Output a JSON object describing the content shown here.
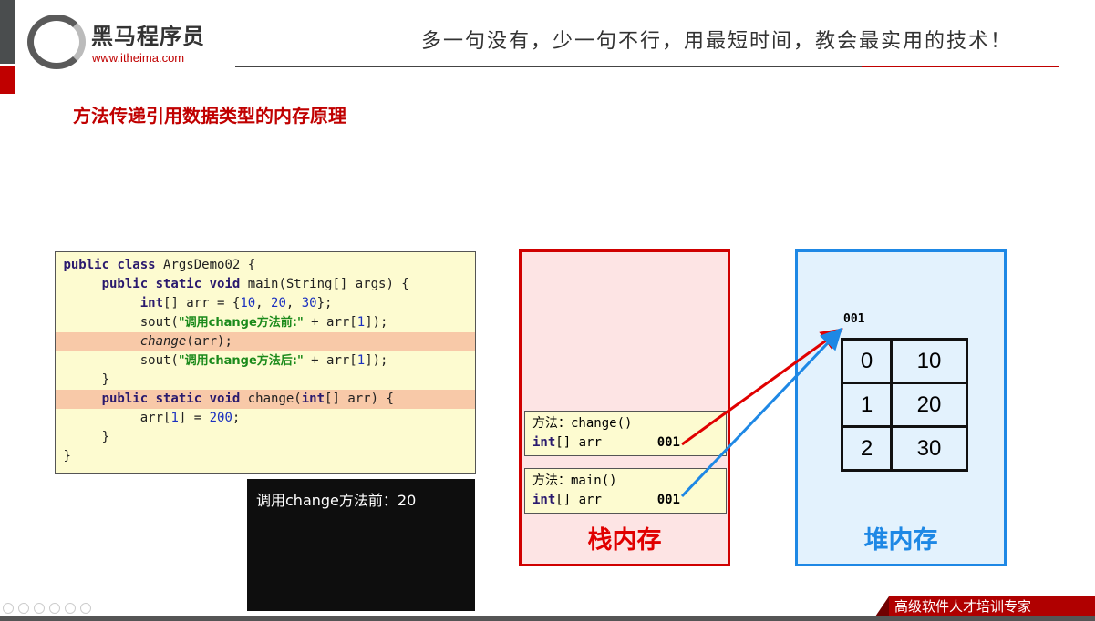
{
  "header": {
    "brand": "黑马程序员",
    "url": "www.itheima.com",
    "slogan": "多一句没有，少一句不行，用最短时间，教会最实用的技术！"
  },
  "title": "方法传递引用数据类型的内存原理",
  "code": {
    "l1a": "public class",
    " l1b": "",
    "lines": []
  },
  "console": {
    "output": "调用change方法前：20"
  },
  "stack": {
    "label": "栈内存",
    "frames": [
      {
        "method": "方法：change()",
        "var_type": "int",
        "var_rest": "[] arr",
        "addr": "001"
      },
      {
        "method": "方法：main()",
        "var_type": "int",
        "var_rest": "[] arr",
        "addr": "001"
      }
    ]
  },
  "heap": {
    "label": "堆内存",
    "addr": "001",
    "array": [
      {
        "i": "0",
        "v": "10"
      },
      {
        "i": "1",
        "v": "20"
      },
      {
        "i": "2",
        "v": "30"
      }
    ]
  },
  "src": {
    "c1": "public class",
    "c2": " ArgsDemo02 {",
    "m1": "public static void",
    "m2": " main(String[] args) {",
    "a1": "int",
    "a2": "[] arr = {",
    "n10": "10",
    ", ": ", ",
    "n20": "20",
    "n30": "30",
    "a3": "};",
    "s1": "sout(",
    "sb": "\"调用change方法前:\"",
    "s2": " + arr[",
    "n1": "1",
    "s3": "]);",
    "ch": "change",
    "ch2": "(arr);",
    "sa": "\"调用change方法后:\"",
    "close": "}",
    "d1": "public static void",
    "d2": " change(",
    "d3": "int",
    "d4": "[] arr) {",
    "e1": "arr[",
    "e2": "] = ",
    "n200": "200",
    "e3": ";"
  },
  "footer": {
    "banner": "高级软件人才培训专家"
  },
  "colors": {
    "accent": "#c00000",
    "stack": "#d00000",
    "heap": "#1e88e5"
  }
}
